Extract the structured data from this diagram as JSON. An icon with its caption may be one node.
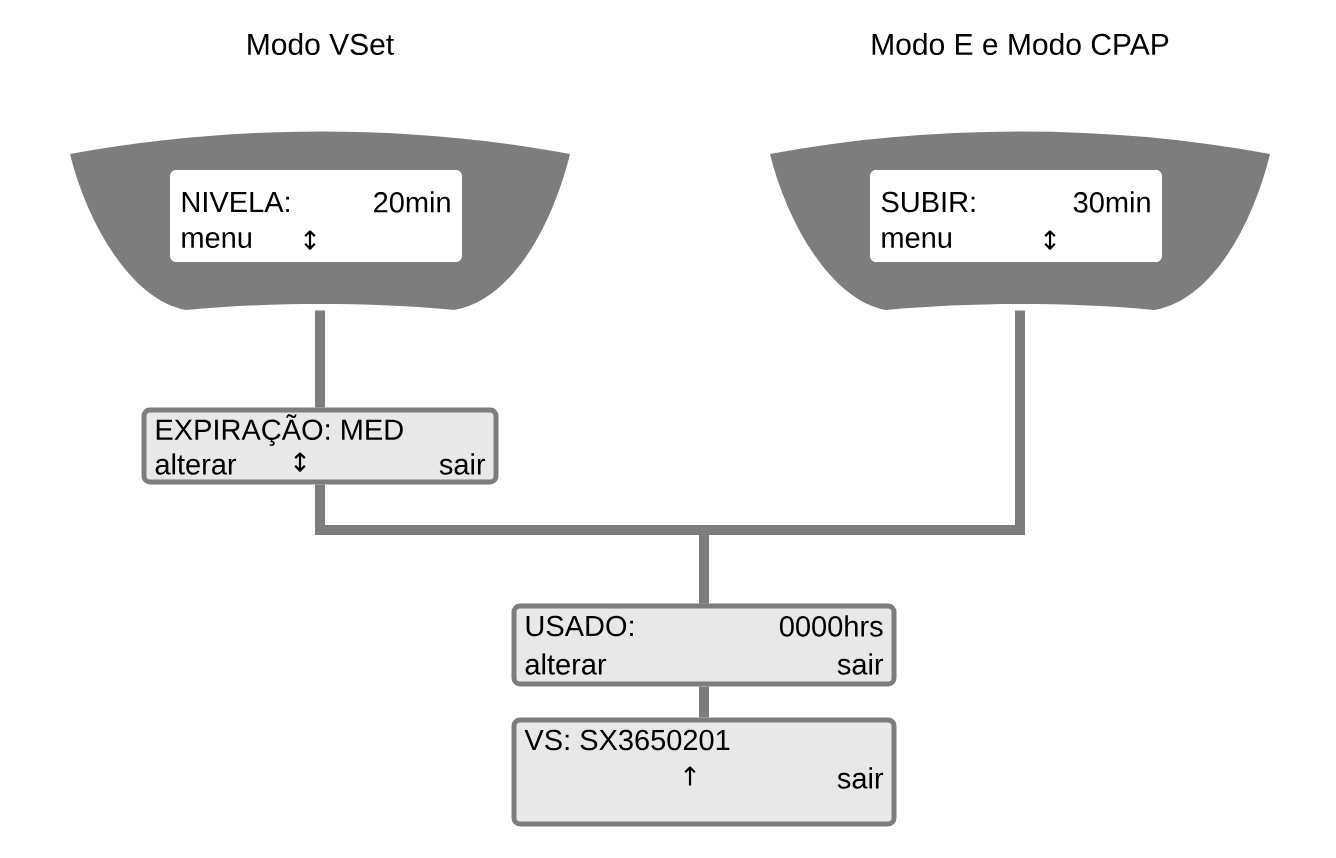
{
  "diagram": {
    "nodes": [
      {
        "text": [
          "Modo VSet",
          "NIVELA:",
          "20min",
          "menu",
          "↕"
        ]
      },
      {
        "text": [
          "Modo E e Modo CPAP",
          "SUBIR:",
          "30min",
          "menu",
          "↕"
        ]
      },
      {
        "text": [
          "EXPIRAÇÃO: MED",
          "alterar",
          "↕",
          "sair"
        ]
      },
      {
        "text": [
          "USADO:",
          "0000hrs",
          "alterar",
          "sair"
        ]
      },
      {
        "text": [
          "VS: SX3650201",
          "↑",
          "sair"
        ]
      }
    ],
    "edges": [
      {
        "from": 0,
        "to": 2,
        "arrow": "none"
      },
      {
        "from": 2,
        "to": 3,
        "arrow": "none"
      },
      {
        "from": 1,
        "to": 3,
        "arrow": "none"
      },
      {
        "from": 3,
        "to": 4,
        "arrow": "none"
      }
    ]
  }
}
